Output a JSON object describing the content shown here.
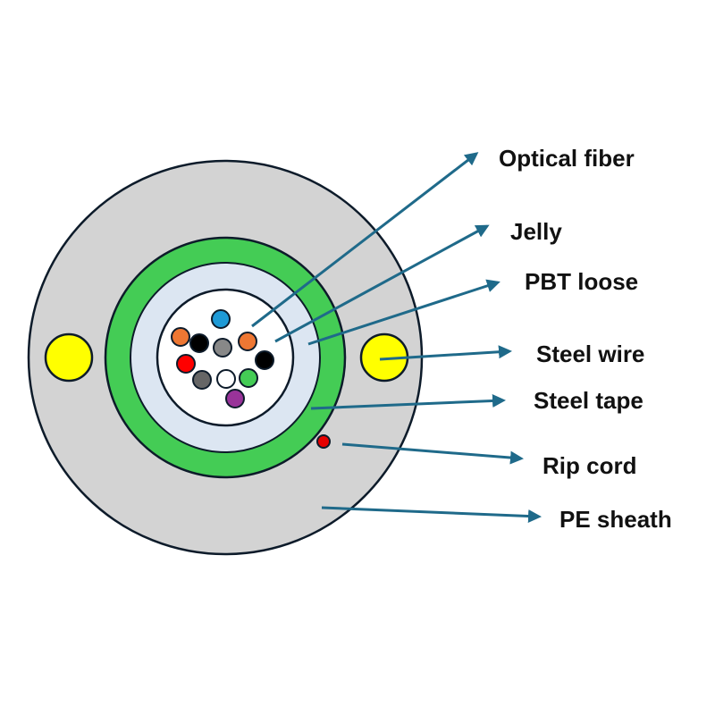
{
  "labels": {
    "optical_fiber": "Optical fiber",
    "jelly": "Jelly",
    "pbt_loose": "PBT loose",
    "steel_wire": "Steel wire",
    "steel_tape": "Steel tape",
    "rip_cord": "Rip cord",
    "pe_sheath": "PE sheath"
  },
  "colors": {
    "pe_sheath": "#d3d3d3",
    "steel_tape": "#44cc55",
    "pbt_loose": "#dce6f2",
    "jelly": "#ffffff",
    "steel_wire": "#ffff00",
    "rip_cord": "#e60000",
    "arrow": "#1f6a8a",
    "outline": "#0d1b2a"
  },
  "fiber_colors": [
    "#1e9ad6",
    "#ee7733",
    "#000000",
    "#888888",
    "#ee7733",
    "#000000",
    "#ff0000",
    "#666666",
    "#ffffff",
    "#44cc55",
    "#993399"
  ]
}
